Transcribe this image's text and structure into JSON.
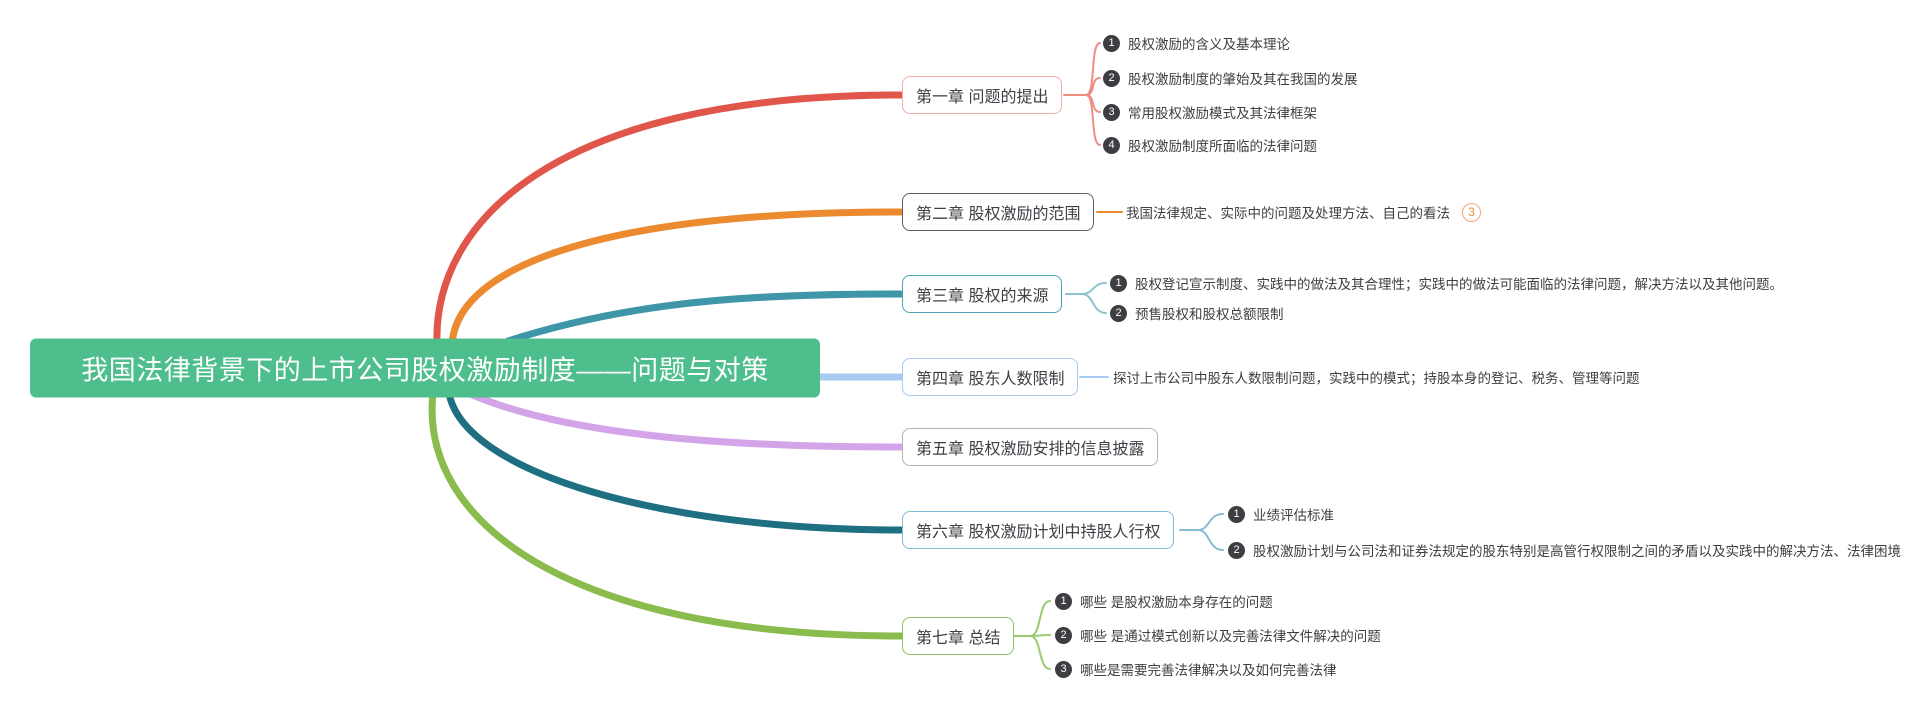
{
  "root": {
    "title": "我国法律背景下的上市公司股权激励制度——问题与对策"
  },
  "palette": {
    "root_bg": "#4EBE8C",
    "branch1": "#E0564B",
    "branch2": "#EB8A2F",
    "branch3": "#3E96A8",
    "branch4": "#A8CBF2",
    "branch5": "#D3A4E8",
    "branch6": "#1E6F82",
    "branch7": "#8ABB4D",
    "badge_bg": "#3D3D42",
    "count_badge": "#ED8F3F"
  },
  "branches": [
    {
      "label": "第一章 问题的提出",
      "children": [
        {
          "badge": "1",
          "text": "股权激励的含义及基本理论"
        },
        {
          "badge": "2",
          "text": "股权激励制度的肇始及其在我国的发展"
        },
        {
          "badge": "3",
          "text": "常用股权激励模式及其法律框架"
        },
        {
          "badge": "4",
          "text": "股权激励制度所面临的法律问题"
        }
      ]
    },
    {
      "label": "第二章 股权激励的范围",
      "children": [
        {
          "text": "我国法律规定、实际中的问题及处理方法、自己的看法",
          "count_badge": "3"
        }
      ]
    },
    {
      "label": "第三章 股权的来源",
      "children": [
        {
          "badge": "1",
          "text": "股权登记宣示制度、实践中的做法及其合理性；实践中的做法可能面临的法律问题，解决方法以及其他问题。"
        },
        {
          "badge": "2",
          "text": "预售股权和股权总额限制"
        }
      ]
    },
    {
      "label": "第四章 股东人数限制",
      "children": [
        {
          "text": "探讨上市公司中股东人数限制问题，实践中的模式；持股本身的登记、税务、管理等问题"
        }
      ]
    },
    {
      "label": "第五章 股权激励安排的信息披露",
      "children": []
    },
    {
      "label": "第六章 股权激励计划中持股人行权",
      "children": [
        {
          "badge": "1",
          "text": "业绩评估标准"
        },
        {
          "badge": "2",
          "text": "股权激励计划与公司法和证券法规定的股东特别是高管行权限制之间的矛盾以及实践中的解决方法、法律困境"
        }
      ]
    },
    {
      "label": "第七章 总结",
      "children": [
        {
          "badge": "1",
          "text": "哪些 是股权激励本身存在的问题"
        },
        {
          "badge": "2",
          "text": "哪些 是通过模式创新以及完善法律文件解决的问题"
        },
        {
          "badge": "3",
          "text": "哪些是需要完善法律解决以及如何完善法律"
        }
      ]
    }
  ]
}
